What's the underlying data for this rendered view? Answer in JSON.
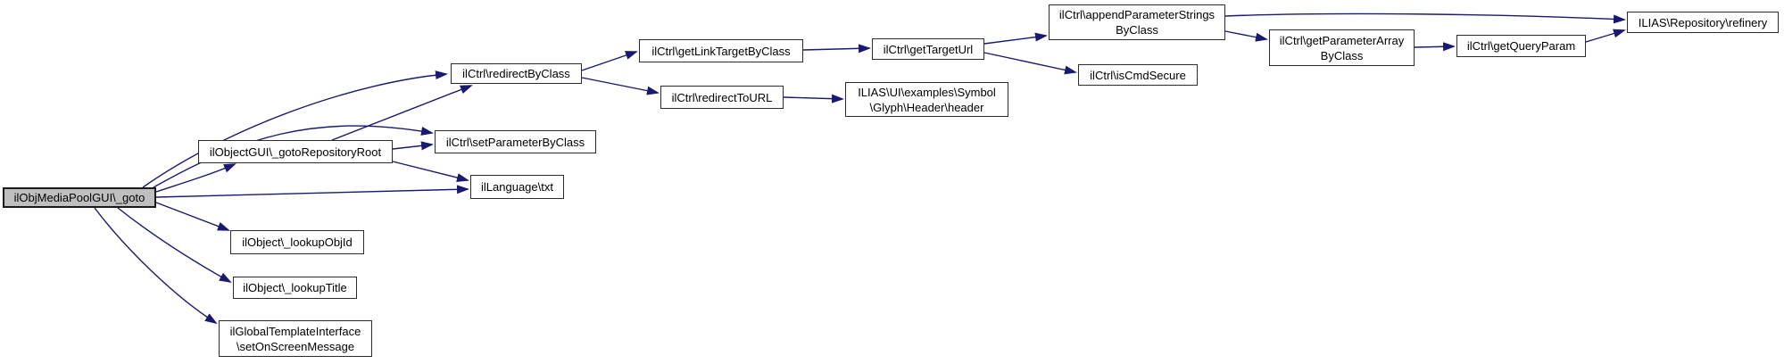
{
  "diagram": {
    "type": "call-graph",
    "colors": {
      "background": "#ffffff",
      "edge": "#191970",
      "node_fill": "#ffffff",
      "node_border": "#2b2b2b",
      "root_node_fill": "#bfbfbf"
    },
    "nodes": [
      {
        "id": "ilObjMediaPoolGUI_goto",
        "label": "ilObjMediaPoolGUI\\_goto",
        "is_root": true
      },
      {
        "id": "ilObjectGUI_gotoRepositoryRoot",
        "label": "ilObjectGUI\\_gotoRepositoryRoot",
        "is_root": false
      },
      {
        "id": "ilCtrl_redirectByClass",
        "label": "ilCtrl\\redirectByClass",
        "is_root": false
      },
      {
        "id": "ilCtrl_setParameterByClass",
        "label": "ilCtrl\\setParameterByClass",
        "is_root": false
      },
      {
        "id": "ilLanguage_txt",
        "label": "ilLanguage\\txt",
        "is_root": false
      },
      {
        "id": "ilObject_lookupObjId",
        "label": "ilObject\\_lookupObjId",
        "is_root": false
      },
      {
        "id": "ilObject_lookupTitle",
        "label": "ilObject\\_lookupTitle",
        "is_root": false
      },
      {
        "id": "ilGlobalTemplateInterface_setOnScreenMessage",
        "label": "ilGlobalTemplateInterface\n\\setOnScreenMessage",
        "is_root": false
      },
      {
        "id": "ilCtrl_getLinkTargetByClass",
        "label": "ilCtrl\\getLinkTargetByClass",
        "is_root": false
      },
      {
        "id": "ilCtrl_redirectToURL",
        "label": "ilCtrl\\redirectToURL",
        "is_root": false
      },
      {
        "id": "ilCtrl_getTargetUrl",
        "label": "ilCtrl\\getTargetUrl",
        "is_root": false
      },
      {
        "id": "ILIAS_UI_examples_Symbol_Glyph_Header_header",
        "label": "ILIAS\\UI\\examples\\Symbol\n\\Glyph\\Header\\header",
        "is_root": false
      },
      {
        "id": "ilCtrl_isCmdSecure",
        "label": "ilCtrl\\isCmdSecure",
        "is_root": false
      },
      {
        "id": "ilCtrl_appendParameterStringsByClass",
        "label": "ilCtrl\\appendParameterStrings\nByClass",
        "is_root": false
      },
      {
        "id": "ilCtrl_getParameterArrayByClass",
        "label": "ilCtrl\\getParameterArray\nByClass",
        "is_root": false
      },
      {
        "id": "ilCtrl_getQueryParam",
        "label": "ilCtrl\\getQueryParam",
        "is_root": false
      },
      {
        "id": "ILIAS_Repository_refinery",
        "label": "ILIAS\\Repository\\refinery",
        "is_root": false
      }
    ],
    "edges": [
      {
        "from": "ilObjMediaPoolGUI_goto",
        "to": "ilCtrl_redirectByClass"
      },
      {
        "from": "ilObjMediaPoolGUI_goto",
        "to": "ilCtrl_setParameterByClass"
      },
      {
        "from": "ilObjMediaPoolGUI_goto",
        "to": "ilObjectGUI_gotoRepositoryRoot"
      },
      {
        "from": "ilObjMediaPoolGUI_goto",
        "to": "ilLanguage_txt"
      },
      {
        "from": "ilObjMediaPoolGUI_goto",
        "to": "ilObject_lookupObjId"
      },
      {
        "from": "ilObjMediaPoolGUI_goto",
        "to": "ilObject_lookupTitle"
      },
      {
        "from": "ilObjMediaPoolGUI_goto",
        "to": "ilGlobalTemplateInterface_setOnScreenMessage"
      },
      {
        "from": "ilObjectGUI_gotoRepositoryRoot",
        "to": "ilCtrl_redirectByClass"
      },
      {
        "from": "ilObjectGUI_gotoRepositoryRoot",
        "to": "ilCtrl_setParameterByClass"
      },
      {
        "from": "ilObjectGUI_gotoRepositoryRoot",
        "to": "ilLanguage_txt"
      },
      {
        "from": "ilCtrl_redirectByClass",
        "to": "ilCtrl_getLinkTargetByClass"
      },
      {
        "from": "ilCtrl_redirectByClass",
        "to": "ilCtrl_redirectToURL"
      },
      {
        "from": "ilCtrl_getLinkTargetByClass",
        "to": "ilCtrl_getTargetUrl"
      },
      {
        "from": "ilCtrl_redirectToURL",
        "to": "ILIAS_UI_examples_Symbol_Glyph_Header_header"
      },
      {
        "from": "ilCtrl_getTargetUrl",
        "to": "ilCtrl_appendParameterStringsByClass"
      },
      {
        "from": "ilCtrl_getTargetUrl",
        "to": "ilCtrl_isCmdSecure"
      },
      {
        "from": "ilCtrl_appendParameterStringsByClass",
        "to": "ILIAS_Repository_refinery"
      },
      {
        "from": "ilCtrl_appendParameterStringsByClass",
        "to": "ilCtrl_getParameterArrayByClass"
      },
      {
        "from": "ilCtrl_getParameterArrayByClass",
        "to": "ilCtrl_getQueryParam"
      },
      {
        "from": "ilCtrl_getQueryParam",
        "to": "ILIAS_Repository_refinery"
      }
    ]
  }
}
